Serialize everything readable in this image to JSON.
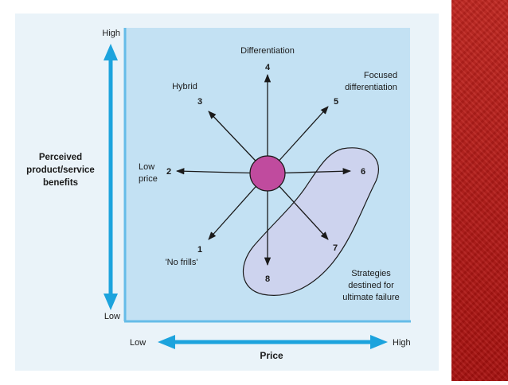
{
  "diagram": {
    "y_axis": {
      "title_lines": [
        "Perceived",
        "product/service",
        "benefits"
      ],
      "high": "High",
      "low": "Low"
    },
    "x_axis": {
      "title": "Price",
      "low": "Low",
      "high": "High"
    },
    "strategies": [
      {
        "number": "1",
        "label_lines": [
          "'No frills'"
        ]
      },
      {
        "number": "2",
        "label_lines": [
          "Low",
          "price"
        ]
      },
      {
        "number": "3",
        "label_lines": [
          "Hybrid"
        ]
      },
      {
        "number": "4",
        "label_lines": [
          "Differentiation"
        ]
      },
      {
        "number": "5",
        "label_lines": [
          "Focused",
          "differentiation"
        ]
      },
      {
        "number": "6",
        "label_lines": []
      },
      {
        "number": "7",
        "label_lines": []
      },
      {
        "number": "8",
        "label_lines": []
      }
    ],
    "failure_zone": {
      "label_lines": [
        "Strategies",
        "destined for",
        "ultimate failure"
      ]
    },
    "colors": {
      "background_panel": "#eaf3f9",
      "plot_area": "#c3e1f3",
      "plot_border": "#66bce8",
      "axis_arrow": "#1ca3dd",
      "center_circle": "#c04b9e",
      "failure_blob": "#cdd3ee",
      "side_panel": "#b31a17"
    }
  }
}
